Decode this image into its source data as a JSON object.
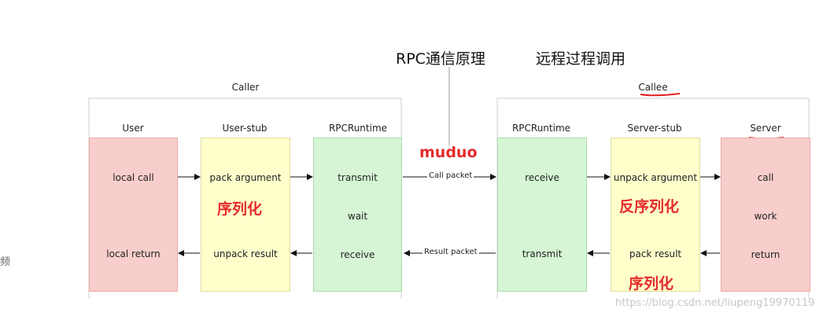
{
  "title_left": "RPC通信原理",
  "title_right": "远程过程调用",
  "caller": {
    "label": "Caller",
    "columns": {
      "user": {
        "label": "User",
        "top": "local call",
        "bottom": "local return"
      },
      "user_stub": {
        "label": "User-stub",
        "top": "pack argument",
        "annotation": "序列化",
        "bottom": "unpack result"
      },
      "runtime": {
        "label": "RPCRuntime",
        "step1": "transmit",
        "step2": "wait",
        "step3": "receive"
      }
    }
  },
  "callee": {
    "label": "Callee",
    "columns": {
      "runtime": {
        "label": "RPCRuntime",
        "top": "receive",
        "bottom": "transmit"
      },
      "server_stub": {
        "label": "Server-stub",
        "top": "unpack argument",
        "annotation_top": "反序列化",
        "bottom": "pack result",
        "annotation_bottom": "序列化"
      },
      "server": {
        "label": "Server",
        "step1": "call",
        "step2": "work",
        "step3": "return"
      }
    }
  },
  "middle": {
    "annotation": "muduo",
    "call_packet": "Call packet",
    "result_packet": "Result packet"
  },
  "watermark": "https://blog.csdn.net/liupeng19970119",
  "left_edge_char": "频",
  "colors": {
    "red_box": "#f8cecc",
    "yellow_box": "#ffffcc",
    "green_box": "#d5f5d5",
    "annotation_red": "#e52b2b"
  }
}
